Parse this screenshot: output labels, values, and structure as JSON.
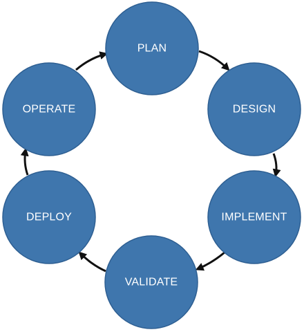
{
  "diagram": {
    "type": "cycle",
    "stages": [
      {
        "id": "plan",
        "label": "PLAN"
      },
      {
        "id": "design",
        "label": "DESIGN"
      },
      {
        "id": "implement",
        "label": "IMPLEMENT"
      },
      {
        "id": "validate",
        "label": "VALIDATE"
      },
      {
        "id": "deploy",
        "label": "DEPLOY"
      },
      {
        "id": "operate",
        "label": "OPERATE"
      }
    ],
    "flow": [
      {
        "from": "plan",
        "to": "design"
      },
      {
        "from": "design",
        "to": "implement"
      },
      {
        "from": "implement",
        "to": "validate"
      },
      {
        "from": "validate",
        "to": "deploy"
      },
      {
        "from": "deploy",
        "to": "operate"
      },
      {
        "from": "operate",
        "to": "plan"
      }
    ],
    "colors": {
      "circle_fill": "#3f76ad",
      "circle_stroke": "#2e5f92",
      "label": "#ffffff",
      "arrow": "#111111"
    }
  }
}
